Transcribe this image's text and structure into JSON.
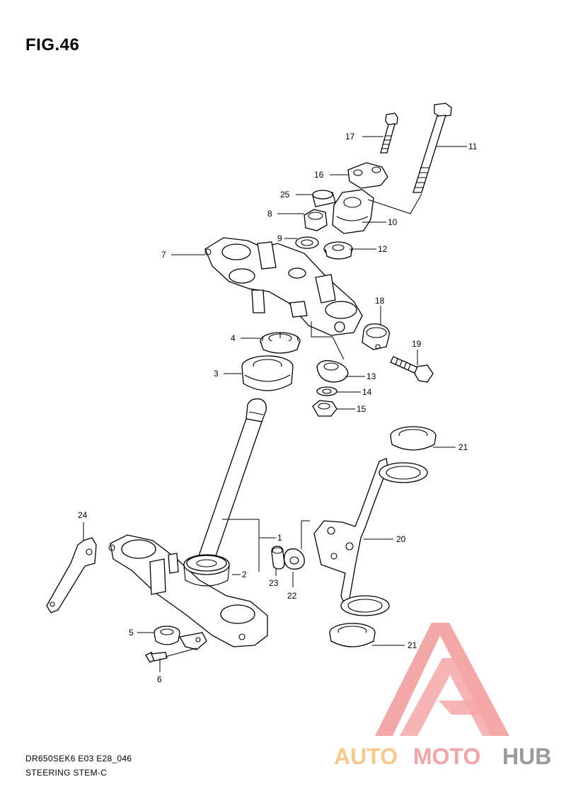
{
  "figure": {
    "title": "FIG.46"
  },
  "footer": {
    "code": "DR650SEK6 E03 E28_046",
    "name": "STEERING STEM-C"
  },
  "watermark": {
    "text_part1": "AUTO",
    "text_part2": "MOTO",
    "text_part3": "HUB",
    "colors": {
      "triangle": "#f4a7a7",
      "orange": "#f7c98a",
      "pink": "#f3a4a4",
      "gray": "#9a9a9a"
    }
  },
  "callouts": [
    {
      "id": "1",
      "label": "1"
    },
    {
      "id": "2",
      "label": "2"
    },
    {
      "id": "3",
      "label": "3"
    },
    {
      "id": "4",
      "label": "4"
    },
    {
      "id": "5",
      "label": "5"
    },
    {
      "id": "6",
      "label": "6"
    },
    {
      "id": "7",
      "label": "7"
    },
    {
      "id": "8",
      "label": "8"
    },
    {
      "id": "9",
      "label": "9"
    },
    {
      "id": "10",
      "label": "10"
    },
    {
      "id": "11",
      "label": "11"
    },
    {
      "id": "12",
      "label": "12"
    },
    {
      "id": "13",
      "label": "13"
    },
    {
      "id": "14",
      "label": "14"
    },
    {
      "id": "15",
      "label": "15"
    },
    {
      "id": "16",
      "label": "16"
    },
    {
      "id": "17",
      "label": "17"
    },
    {
      "id": "18",
      "label": "18"
    },
    {
      "id": "19",
      "label": "19"
    },
    {
      "id": "20",
      "label": "20"
    },
    {
      "id": "21a",
      "label": "21"
    },
    {
      "id": "21b",
      "label": "21"
    },
    {
      "id": "22",
      "label": "22"
    },
    {
      "id": "23",
      "label": "23"
    },
    {
      "id": "24",
      "label": "24"
    },
    {
      "id": "25",
      "label": "25"
    }
  ]
}
